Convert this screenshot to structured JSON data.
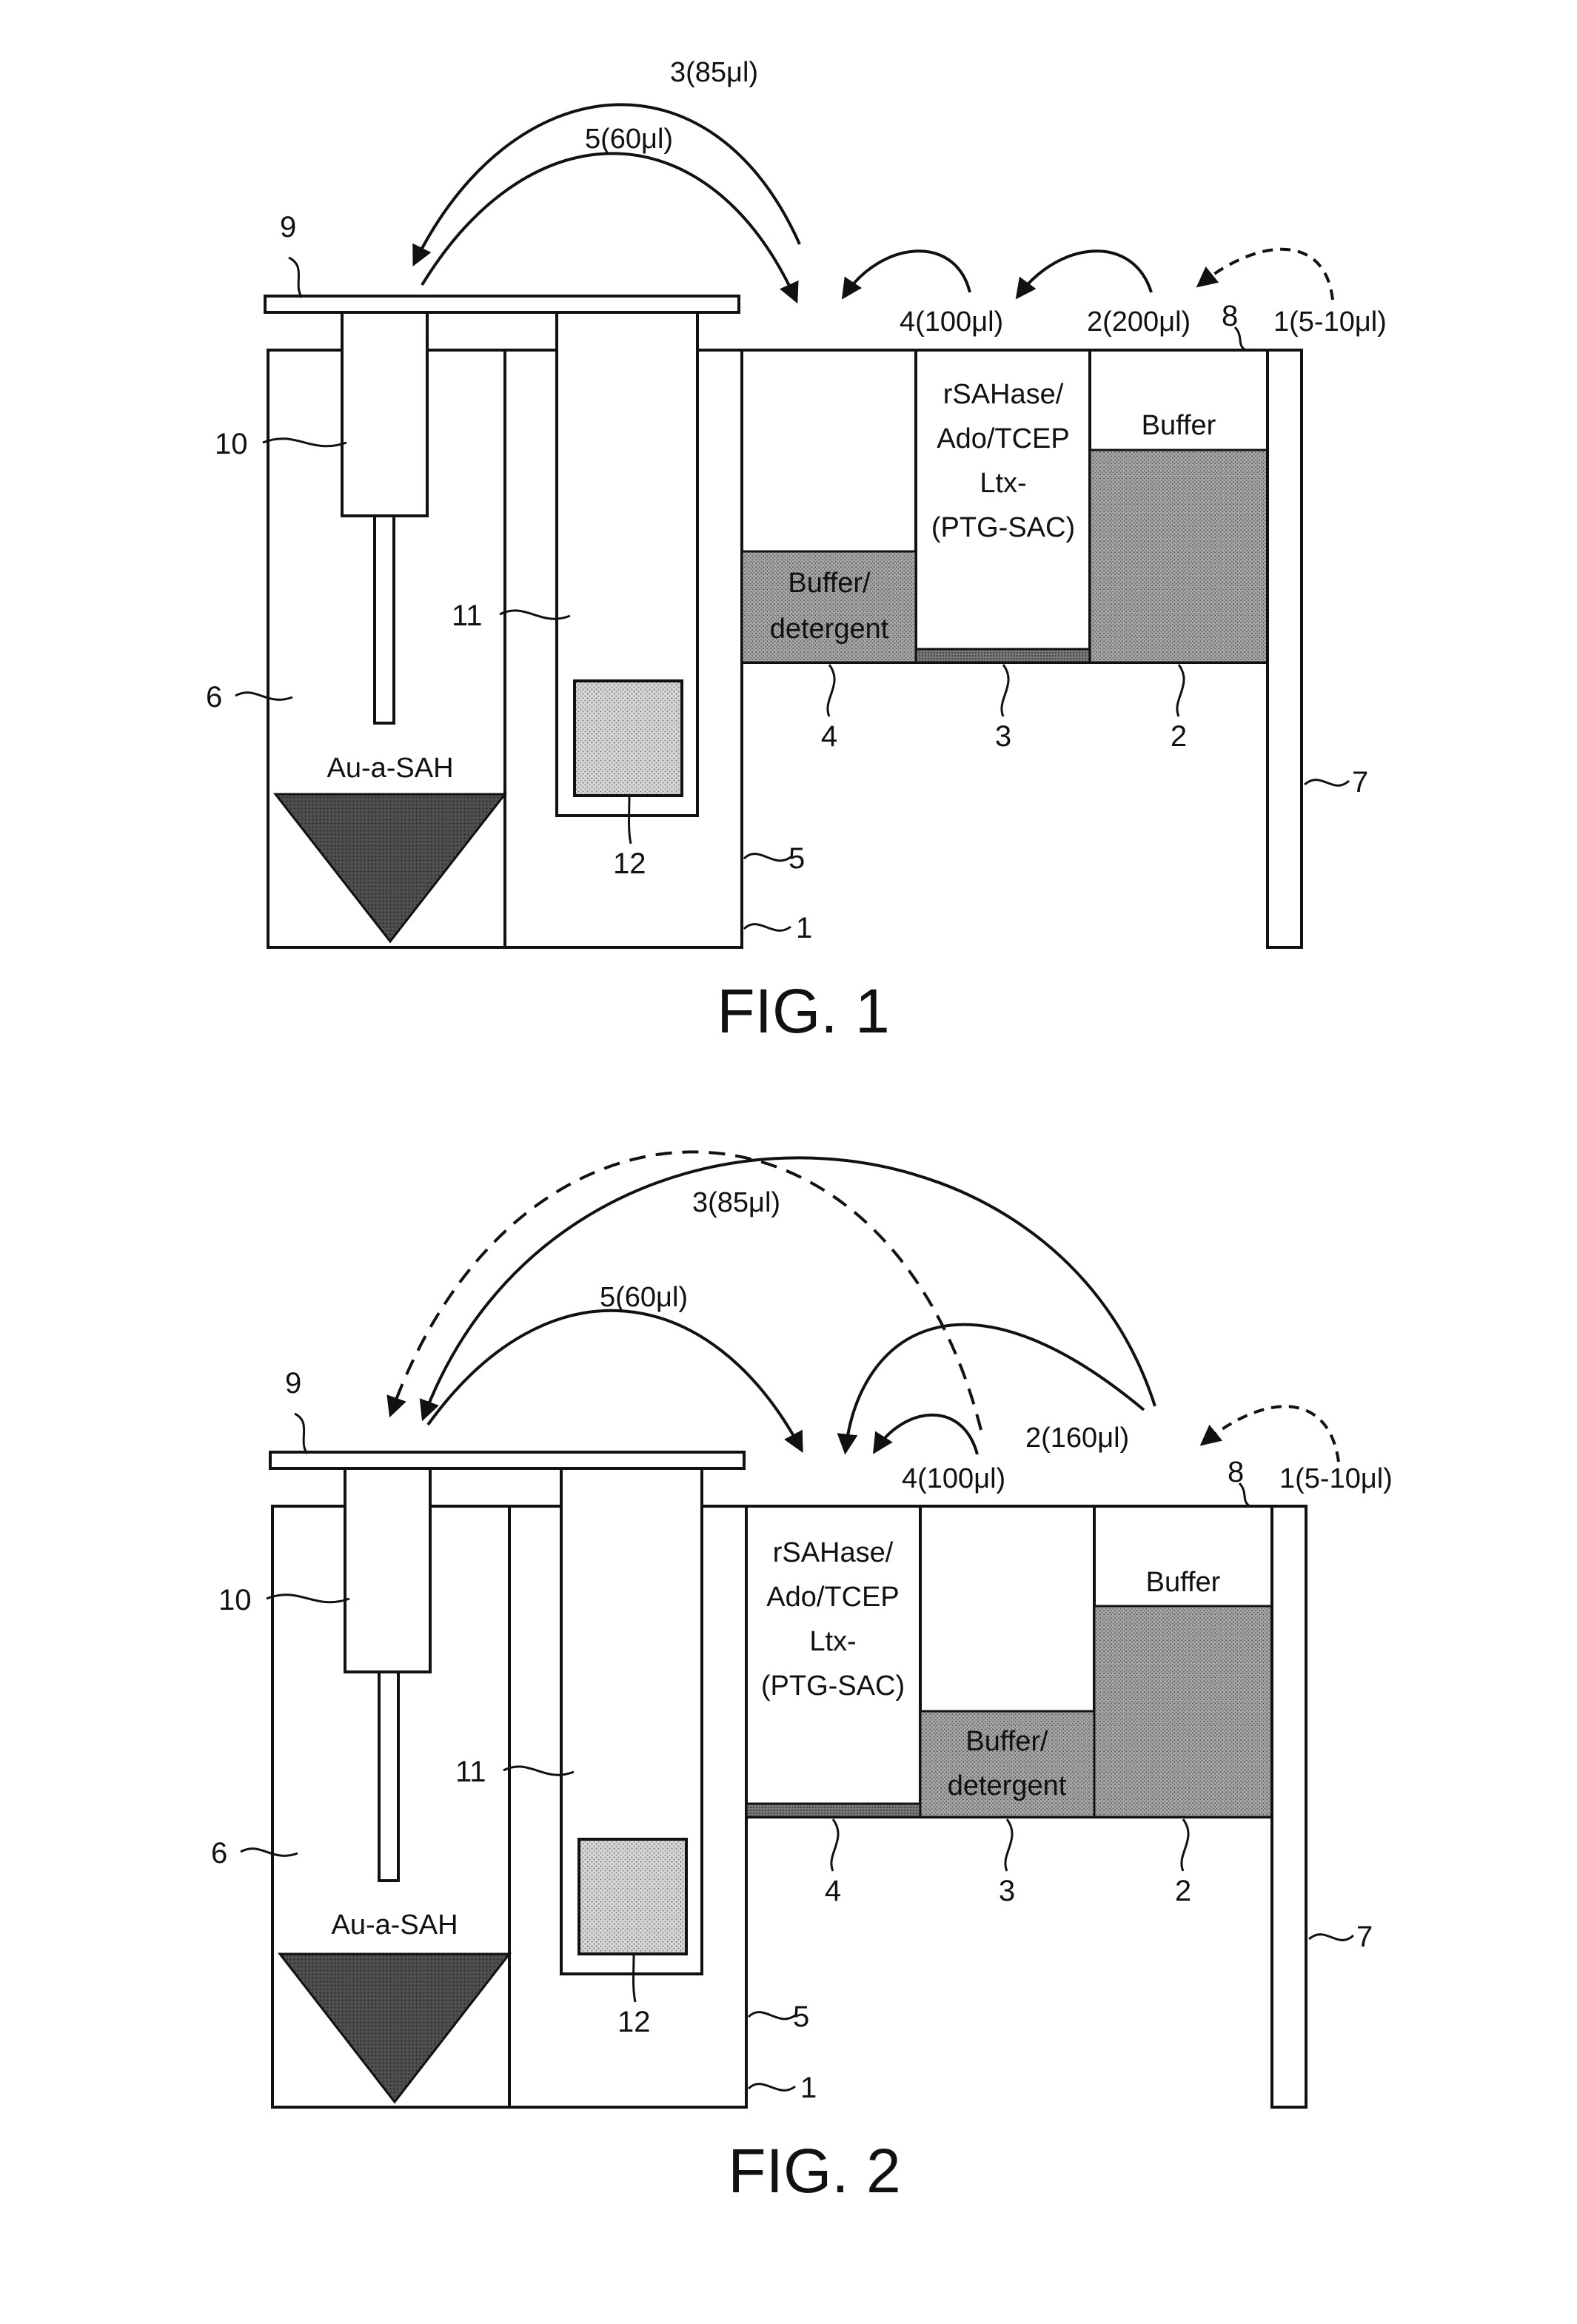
{
  "colors": {
    "ink": "#111111",
    "paper": "#ffffff",
    "fill_light": "#c9c9c9",
    "fill_dark": "#9a9a9a",
    "fill_thin": "#6f6f6f",
    "arrow": "#4a4a4a"
  },
  "figures": [
    {
      "caption": "FIG. 1",
      "arrows": {
        "a3": "3(85μl)",
        "a5": "5(60μl)",
        "a4": "4(100μl)",
        "a2": "2(200μl)",
        "a1": "1(5-10μl)"
      },
      "well_labels": {
        "w_b": [
          "rSAHase/",
          "Ado/TCEP",
          "Ltx-",
          "(PTG-SAC)"
        ],
        "w_c": [
          "Buffer"
        ],
        "w_a": [
          "Buffer/",
          "detergent"
        ]
      },
      "bottom_numbers": {
        "w_a": "4",
        "w_b": "3",
        "w_c": "2"
      },
      "refs": {
        "r9": "9",
        "r10": "10",
        "r11": "11",
        "r6": "6",
        "r12": "12",
        "r5": "5",
        "r1": "1",
        "r7": "7",
        "r8": "8"
      },
      "arrow_label": "Au-a-SAH"
    },
    {
      "caption": "FIG. 2",
      "arrows": {
        "a3": "3(85μl)",
        "a5": "5(60μl)",
        "a4": "4(100μl)",
        "a2": "2(160μl)",
        "a1": "1(5-10μl)"
      },
      "well_labels": {
        "w_a": [
          "rSAHase/",
          "Ado/TCEP",
          "Ltx-",
          "(PTG-SAC)"
        ],
        "w_c": [
          "Buffer"
        ],
        "w_b": [
          "Buffer/",
          "detergent"
        ]
      },
      "bottom_numbers": {
        "w_a": "4",
        "w_b": "3",
        "w_c": "2"
      },
      "refs": {
        "r9": "9",
        "r10": "10",
        "r11": "11",
        "r6": "6",
        "r12": "12",
        "r5": "5",
        "r1": "1",
        "r7": "7",
        "r8": "8"
      },
      "arrow_label": "Au-a-SAH"
    }
  ]
}
